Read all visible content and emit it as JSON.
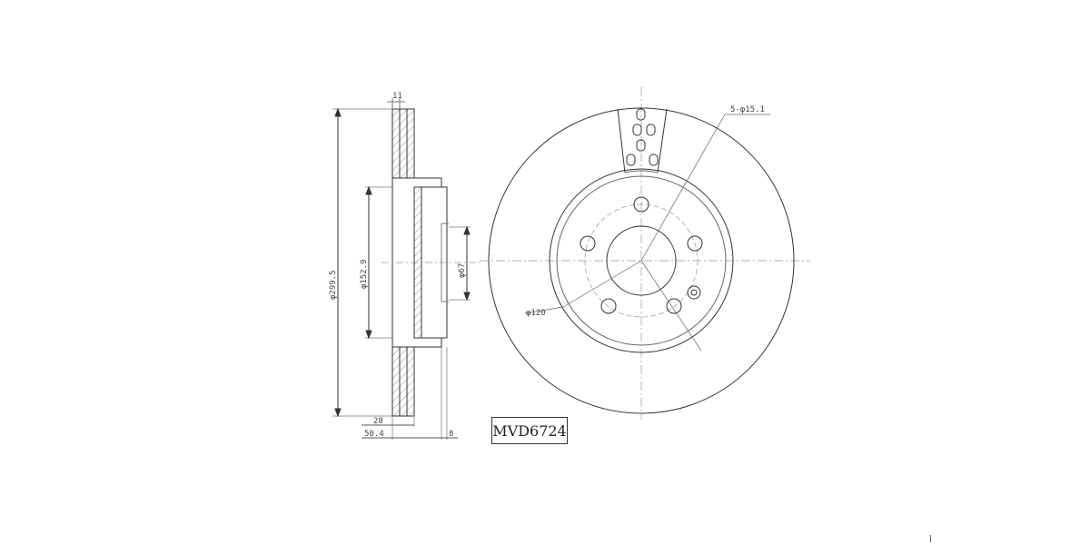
{
  "part_number": "MVD6724",
  "side_view": {
    "dim_outer_diameter": "φ299.5",
    "dim_hat_diameter": "φ152.9",
    "dim_center_bore": "φ67",
    "dim_disc_thickness": "28",
    "dim_total_height": "50.4",
    "dim_hat_depth": "8",
    "dim_top": "11"
  },
  "front_view": {
    "dim_bolt_holes": "5-φ15.1",
    "dim_pcd": "φ120"
  },
  "colors": {
    "line": "#333333",
    "thin": "#777777",
    "dash": "#999999"
  }
}
